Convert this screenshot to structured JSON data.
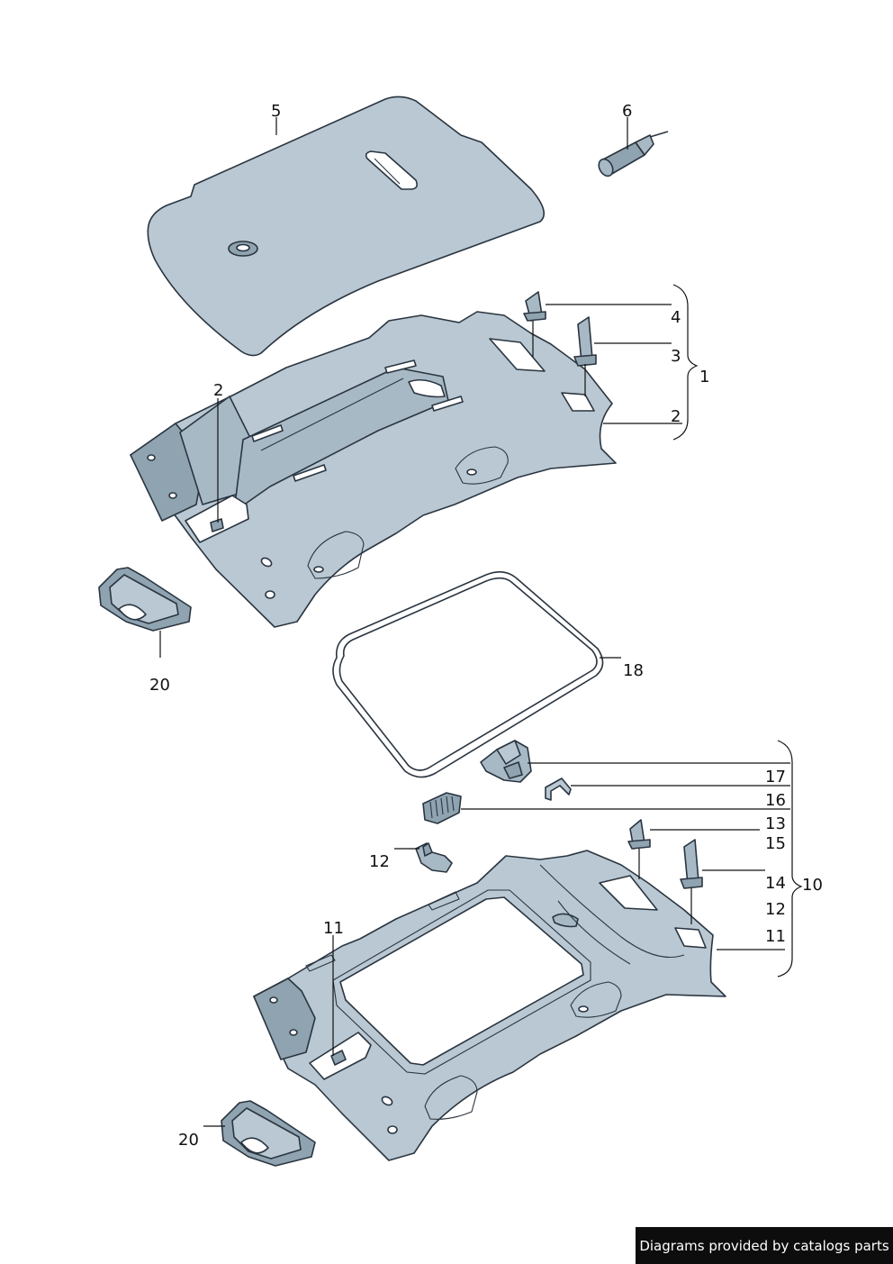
{
  "labels": {
    "part5": "5",
    "part6": "6",
    "part4": "4",
    "part3": "3",
    "part1": "1",
    "part2_top": "2",
    "part2_right": "2",
    "part20_top": "20",
    "part18": "18",
    "part17": "17",
    "part16": "16",
    "part13": "13",
    "part15": "15",
    "part12_left": "12",
    "part14": "14",
    "part10": "10",
    "part12_right": "12",
    "part11_left": "11",
    "part11_right": "11",
    "part20_bottom": "20"
  },
  "footer": {
    "credit": "Diagrams provided by catalogs parts"
  },
  "colors": {
    "part_fill": "#b9c8d2",
    "part_shadow": "#8fa3b0",
    "outline": "#2a3540",
    "footer_bg": "#0d0d0d"
  }
}
